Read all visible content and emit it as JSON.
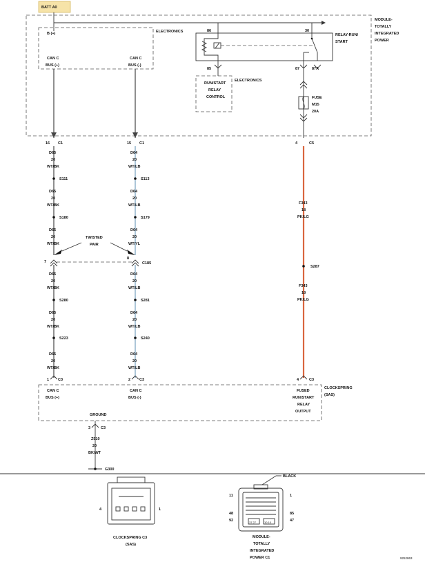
{
  "labels": {
    "batt": "BATT A0",
    "module_header": [
      "MODULE-",
      "TOTALLY",
      "INTEGRATED",
      "POWER"
    ],
    "electronics_1": "ELECTRONICS",
    "bplus": "B (+)",
    "canc_l": "CAN C",
    "busplus_l": "BUS (+)",
    "canc_r": "CAN C",
    "busminus_r": "BUS (-)",
    "pin86": "86",
    "pin30": "30",
    "relay": [
      "RELAY-RUN/",
      "START"
    ],
    "pin85": "85",
    "pin87": "87",
    "pin87a": "87A",
    "runstart_relay_ctrl": [
      "RUN/START",
      "RELAY",
      "CONTROL"
    ],
    "electronics_2": "ELECTRONICS",
    "fuse": [
      "FUSE",
      "M15",
      "20A"
    ],
    "col1": {
      "conn_pin": "16",
      "conn": "C1",
      "segs": [
        [
          "D65",
          "20",
          "WT/BK"
        ],
        [
          "D65",
          "20",
          "WT/BK"
        ],
        [
          "D65",
          "20",
          "WT/BK"
        ],
        [
          "D65",
          "20",
          "WT/BK"
        ],
        [
          "D65",
          "20",
          "WT/BK"
        ],
        [
          "D65",
          "20",
          "WT/BK"
        ]
      ],
      "splices": [
        "S111",
        "S180",
        "S280",
        "S223"
      ],
      "c185_pin": "7",
      "c3_pin": "1",
      "c3": "C3"
    },
    "col2": {
      "conn_pin": "15",
      "conn": "C1",
      "segs": [
        [
          "D64",
          "20",
          "WT/LB"
        ],
        [
          "D64",
          "20",
          "WT/LB"
        ],
        [
          "D64",
          "20",
          "WT/YL"
        ],
        [
          "D64",
          "20",
          "WT/LB"
        ],
        [
          "D64",
          "20",
          "WT/LB"
        ],
        [
          "D64",
          "20",
          "WT/LB"
        ]
      ],
      "splices": [
        "S113",
        "S179",
        "S281",
        "S240"
      ],
      "c185_pin": "8",
      "c185": "C185",
      "c3_pin": "2",
      "c3": "C3"
    },
    "col3": {
      "conn_pin": "4",
      "conn": "C5",
      "seg1": [
        "F343",
        "18",
        "PK/LG"
      ],
      "splice": "S287",
      "seg2": [
        "F343",
        "18",
        "PK/LG"
      ],
      "c3_pin": "4",
      "c3": "C3"
    },
    "twisted": [
      "TWISTED",
      "PAIR"
    ],
    "clockspring": [
      "CLOCKSPRING",
      "(SAS)"
    ],
    "cs_canc_l": "CAN C",
    "cs_busplus": "BUS (+)",
    "cs_canc_r": "CAN C",
    "cs_busminus": "BUS (-)",
    "cs_fused": [
      "FUSED",
      "RUN/START",
      "RELAY",
      "OUTPUT"
    ],
    "ground": "GROUND",
    "gnd_pin": "3",
    "gnd_conn": "C3",
    "gnd_wire": [
      "Z910",
      "20",
      "BK/WT"
    ],
    "g300": "G300",
    "cs_conn_pin_left": "4",
    "cs_conn_pin_right": "1",
    "cs_conn_caption": [
      "CLOCKSPRING C3",
      "(SAS)"
    ],
    "tipm_black": "BLACK",
    "tipm_pins": [
      "11",
      "1",
      "48",
      "92",
      "85",
      "47"
    ],
    "tipm_inner": [
      "37  27",
      "10  10"
    ],
    "tipm_caption": [
      "MODULE-",
      "TOTALLY",
      "INTEGRATED",
      "POWER C1"
    ],
    "figure_id": "9252863"
  },
  "colors": {
    "wire_red": "#d9663f",
    "wire_blue": "#7fa7c4",
    "batt_box": "#f6e3a8"
  }
}
